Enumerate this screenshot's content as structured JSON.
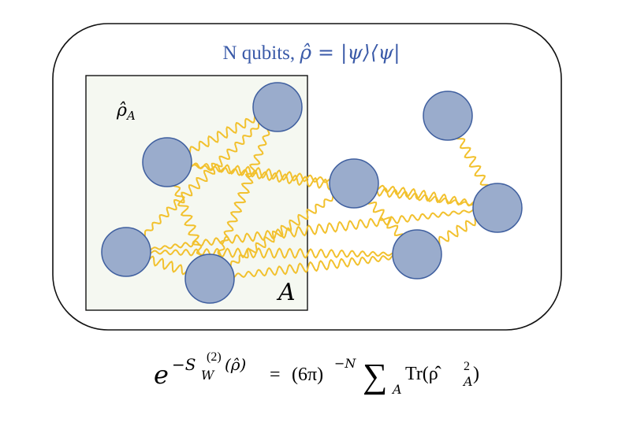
{
  "diagram": {
    "title_text": "N qubits, ",
    "title_math": "ρ̂ = |ψ⟩⟨ψ|",
    "region_state_label": "ρ̂",
    "region_state_sub": "A",
    "region_label": "A",
    "colors": {
      "qubit_fill": "#9aaccc",
      "qubit_stroke": "#3f5f9f",
      "link": "#f2c12e",
      "title": "#3a5aa8",
      "region_fill": "#f5f8f1"
    },
    "qubits": [
      {
        "id": "q1"
      },
      {
        "id": "q2"
      },
      {
        "id": "q3"
      },
      {
        "id": "q4"
      },
      {
        "id": "q5"
      },
      {
        "id": "q6"
      },
      {
        "id": "q7"
      },
      {
        "id": "q8"
      },
      {
        "id": "q9"
      }
    ],
    "links": [
      [
        "q1",
        "q2"
      ],
      [
        "q1",
        "q3"
      ],
      [
        "q1",
        "q4"
      ],
      [
        "q2",
        "q4"
      ],
      [
        "q2",
        "q5"
      ],
      [
        "q3",
        "q4"
      ],
      [
        "q4",
        "q5"
      ],
      [
        "q2",
        "q7"
      ],
      [
        "q5",
        "q7"
      ],
      [
        "q3",
        "q8"
      ],
      [
        "q5",
        "q8"
      ],
      [
        "q6",
        "q7"
      ],
      [
        "q4",
        "q8"
      ],
      [
        "q7",
        "q8"
      ],
      [
        "q3",
        "q7"
      ]
    ]
  },
  "formula": {
    "base": "e",
    "exp_sign": "−S",
    "exp_sub": "W",
    "exp_sup": "(2)",
    "exp_arg": "(ρ̂)",
    "equals": "=",
    "factor": "(6π)",
    "factor_exp": "−N",
    "sum": "∑",
    "sum_sub": "A",
    "tr": "Tr(ρ̂",
    "tr_sub": "A",
    "tr_sup": "2",
    "tr_close": ")"
  }
}
